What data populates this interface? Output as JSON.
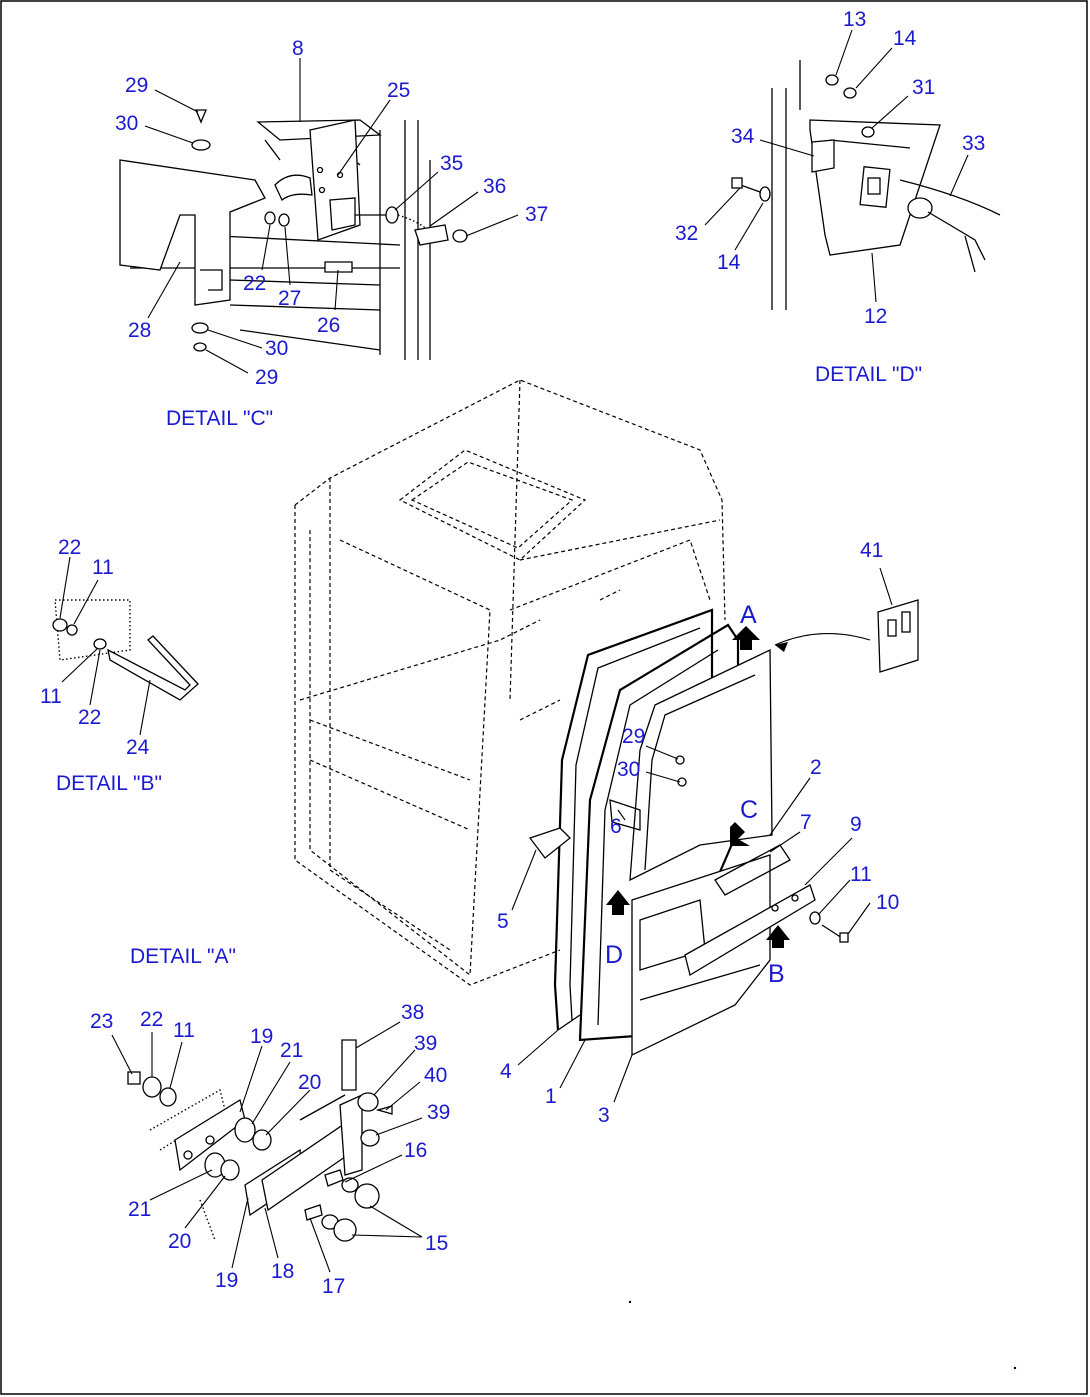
{
  "diagram": {
    "details": [
      {
        "id": "C",
        "label": "DETAIL \"C\""
      },
      {
        "id": "D",
        "label": "DETAIL \"D\""
      },
      {
        "id": "B",
        "label": "DETAIL \"B\""
      },
      {
        "id": "A",
        "label": "DETAIL \"A\""
      }
    ],
    "view_letters": [
      "A",
      "C",
      "D",
      "B"
    ],
    "callouts": {
      "c29a": "29",
      "c30a": "30",
      "c8": "8",
      "c25": "25",
      "c35": "35",
      "c36": "36",
      "c37": "37",
      "c22a": "22",
      "c27": "27",
      "c28": "28",
      "c26": "26",
      "c30b": "30",
      "c29b": "29",
      "c13": "13",
      "c14a": "14",
      "c31": "31",
      "c34": "34",
      "c33": "33",
      "c32": "32",
      "c14b": "14",
      "c12": "12",
      "c22b": "22",
      "c11a": "11",
      "c11b": "11",
      "c22c": "22",
      "c24": "24",
      "c41": "41",
      "c2": "2",
      "c29c": "29",
      "c30c": "30",
      "c6": "6",
      "c7": "7",
      "c9": "9",
      "c11c": "11",
      "c10": "10",
      "c5": "5",
      "c4": "4",
      "c1": "1",
      "c3": "3",
      "c23": "23",
      "c22d": "22",
      "c11d": "11",
      "c19a": "19",
      "c21a": "21",
      "c20a": "20",
      "c38": "38",
      "c39a": "39",
      "c40": "40",
      "c39b": "39",
      "c16": "16",
      "c21b": "21",
      "c20b": "20",
      "c19b": "19",
      "c18": "18",
      "c17": "17",
      "c15": "15"
    }
  }
}
